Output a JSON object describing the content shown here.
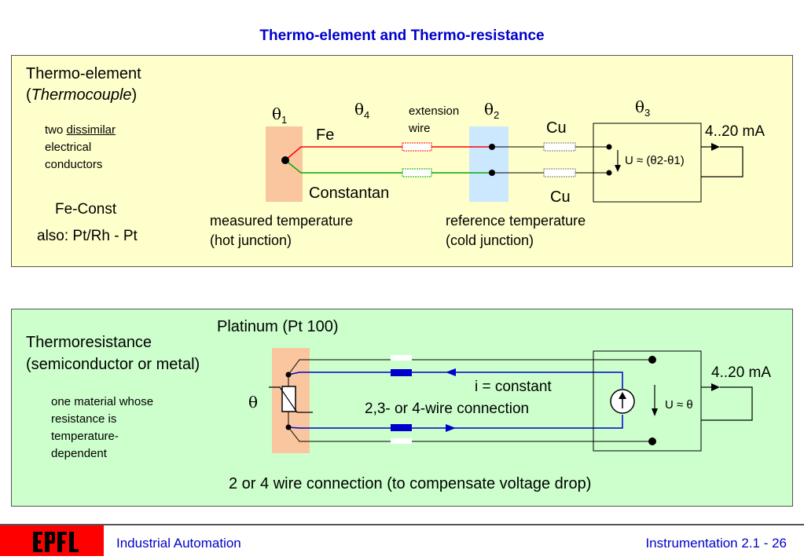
{
  "title": "Thermo-element and Thermo-resistance",
  "thermo": {
    "heading": "Thermo-element",
    "heading_sub": "Thermocouple",
    "desc_line1_a": "two ",
    "desc_line1_b": "dissimilar",
    "desc_line2": "electrical",
    "desc_line3": "conductors",
    "example1": "Fe-Const",
    "example2": "also: Pt/Rh - Pt",
    "theta": "θ",
    "theta1_sub": "1",
    "theta2_sub": "2",
    "theta3_sub": "3",
    "theta4_sub": "4",
    "fe": "Fe",
    "constantan": "Constantan",
    "extension_line1": "extension",
    "extension_line2": "wire",
    "cu_top": "Cu",
    "cu_bottom": "Cu",
    "output": "4..20 mA",
    "voltage": "U ≈ (θ2-θ1)",
    "measured_line1": "measured temperature",
    "measured_line2": "(hot junction)",
    "reference_line1": "reference temperature",
    "reference_line2": "(cold junction)"
  },
  "resist": {
    "platinum": "Platinum (Pt 100)",
    "heading_line1": "Thermoresistance",
    "heading_line2": "(semiconductor or metal)",
    "desc_line1": "one material whose",
    "desc_line2": "resistance is",
    "desc_line3": "temperature-",
    "desc_line4": "dependent",
    "theta": "θ",
    "current": "i = constant",
    "wire_connection": "2,3- or 4-wire connection",
    "output": "4..20 mA",
    "voltage": "U ≈ θ",
    "bottom_note": "2 or 4 wire connection (to compensate voltage drop)"
  },
  "footer": {
    "left": "Industrial Automation",
    "right": "Instrumentation 2.1 - 26",
    "logo": "EPFL"
  },
  "colors": {
    "title": "#0000cc",
    "panel1_bg": "#ffffcc",
    "panel2_bg": "#ccffcc",
    "hot_block": "#f9c6a0",
    "cold_block": "#cce8ff",
    "fe_wire": "#ff0000",
    "constantan_wire": "#00aa00",
    "rtd_wire": "#0000cc",
    "logo_bg": "#ff0000"
  }
}
